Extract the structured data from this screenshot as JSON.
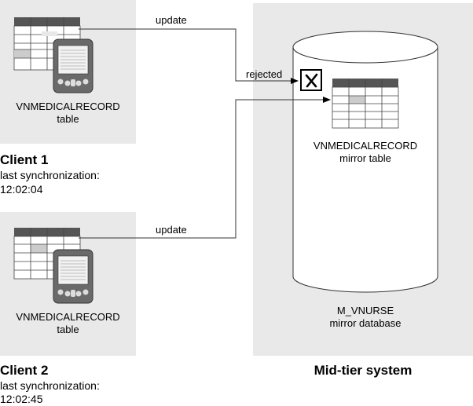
{
  "client1": {
    "table_label_1": "VNMEDICALRECORD",
    "table_label_2": "table",
    "title": "Client 1",
    "sync_label": "last synchronization:",
    "sync_time": "12:02:04"
  },
  "client2": {
    "table_label_1": "VNMEDICALRECORD",
    "table_label_2": "table",
    "title": "Client 2",
    "sync_label": "last synchronization:",
    "sync_time": "12:02:45"
  },
  "midtier": {
    "title": "Mid-tier system",
    "mirror_table_1": "VNMEDICALRECORD",
    "mirror_table_2": "mirror table",
    "db_name_1": "M_VNURSE",
    "db_name_2": "mirror database"
  },
  "connections": {
    "update_1": "update",
    "rejected": "rejected",
    "update_2": "update"
  },
  "colors": {
    "panel": "#e9e9e9",
    "table_header": "#555555",
    "highlight_cell": "#cccccc",
    "device": "#666666",
    "reject_fill": "#ffffff"
  }
}
